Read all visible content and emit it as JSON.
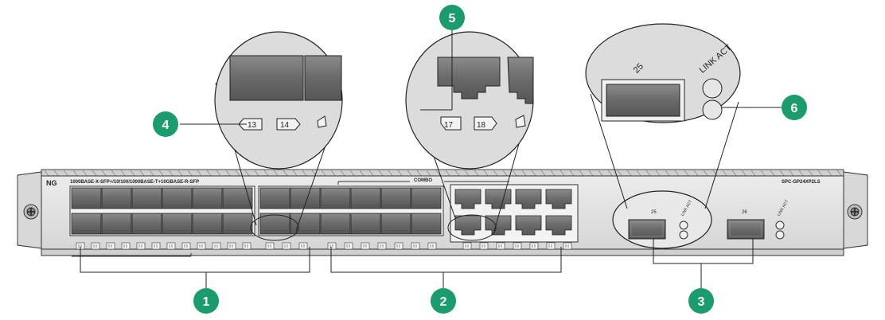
{
  "panel": {
    "slot_label": "NG",
    "port_type_label": "1000BASE-X-SFP+/10/100/1000BASE-T+10GBASE-R-SFP",
    "combo_label": "COMBO",
    "model_label": "SPC-GP24XP2LS"
  },
  "zooms": {
    "left": {
      "port_13": "13",
      "port_14": "14"
    },
    "middle": {
      "port_17": "17",
      "port_18": "18"
    },
    "right": {
      "port_25": "25",
      "led_label": "LINK ACT"
    }
  },
  "callouts": [
    "1",
    "2",
    "3",
    "4",
    "5",
    "6"
  ],
  "colors": {
    "callout_green": "#1a9c6c",
    "panel_face": "#e3e3e3",
    "sfp_cage": "#6d6d6d",
    "zoom_face": "#dcdcdc"
  },
  "icons": [
    "screw-icon",
    "rj45-port-icon",
    "sfp-port-icon",
    "led-icon"
  ]
}
